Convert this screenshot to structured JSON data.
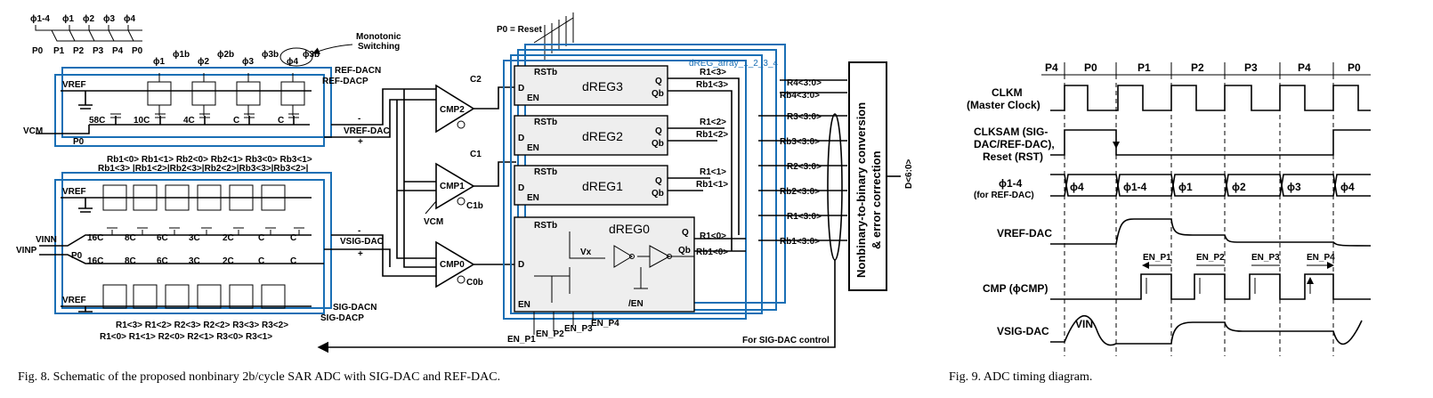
{
  "fig8": {
    "caption": "Fig. 8.   Schematic of the proposed nonbinary 2b/cycle SAR ADC with SIG-DAC and REF-DAC.",
    "phases_header": [
      "ϕ1-4",
      "ϕ1",
      "ϕ2",
      "ϕ3",
      "ϕ4"
    ],
    "phases_row": [
      "P0",
      "P1",
      "P2",
      "P3",
      "P4",
      "P0"
    ],
    "ref_dac": {
      "label_n": "REF-DACN",
      "label_p": "REF-DACP",
      "vref": "VREF",
      "vcm": "VCM",
      "p0": "P0",
      "caps": [
        "58C",
        "10C",
        "4C",
        "C",
        "C"
      ],
      "clocks": [
        "ϕ1",
        "ϕ1b",
        "ϕ2",
        "ϕ2b",
        "ϕ3",
        "ϕ3b",
        "ϕ4",
        "ϕ3b"
      ],
      "monotonic": "Monotonic\nSwitching",
      "out": "VREF-DAC",
      "minus": "-",
      "plus": "+"
    },
    "sig_dac": {
      "label_n": "SIG-DACN",
      "label_p": "SIG-DACP",
      "vref_top": "VREF",
      "vref_bot": "VREF",
      "vinn": "VINN",
      "vinp": "VINP",
      "p0": "P0",
      "caps_top": [
        "16C",
        "8C",
        "6C",
        "3C",
        "2C",
        "C",
        "C"
      ],
      "caps_bot": [
        "16C",
        "8C",
        "6C",
        "3C",
        "2C",
        "C",
        "C"
      ],
      "top_labels_1": "Rb1<0> Rb1<1> Rb2<0> Rb2<1> Rb3<0>  Rb3<1>",
      "top_labels_2": "Rb1<3> |Rb1<2>|Rb2<3>|Rb2<2>|Rb3<3>|Rb3<2>|",
      "bot_labels_1": "R1<3> R1<2> R2<3> R2<2> R3<3> R3<2>",
      "bot_labels_2": "R1<0> R1<1> R2<0> R2<1> R3<0> R3<1>",
      "out": "VSIG-DAC",
      "minus": "-",
      "plus": "+"
    },
    "comparators": [
      {
        "name": "CMP2",
        "out": "C2"
      },
      {
        "name": "CMP1",
        "out": "C1",
        "outb": "C1b"
      },
      {
        "name": "CMP0",
        "outb": "C0b"
      }
    ],
    "vcm_cmp": "VCM",
    "p0_reset": "P0 = Reset",
    "dreg_array": "dREG_array_1_2_3_4",
    "dregs": [
      {
        "name": "dREG3",
        "q": "R1<3>",
        "qb": "Rb1<3>"
      },
      {
        "name": "dREG2",
        "q": "R1<2>",
        "qb": "Rb1<2>"
      },
      {
        "name": "dREG1",
        "q": "R1<1>",
        "qb": "Rb1<1>"
      },
      {
        "name": "dREG0",
        "q": "R1<0>",
        "qb": "Rb1<0>"
      }
    ],
    "pin_rstb": "RSTb",
    "pin_d": "D",
    "pin_en": "EN",
    "pin_q": "Q",
    "pin_qb": "Qb",
    "vx": "Vx",
    "en_bar": "/EN",
    "bus_labels": [
      "R4<3:0>",
      "Rb4<3:0>",
      "R3<3:0>",
      "Rb3<3:0>",
      "R2<3:0>",
      "Rb2<3:0>",
      "R1<3:0>",
      "Rb1<3:0>"
    ],
    "en_labels": [
      "EN_P1",
      "EN_P2",
      "EN_P3",
      "EN_P4"
    ],
    "conversion_block": "Nonbinary-to-binary conversion\n& error correction",
    "dout": "D<6:0>",
    "feedback": "For SIG-DAC control"
  },
  "fig9": {
    "caption": "Fig. 9.   ADC timing diagram.",
    "phases": [
      "P4",
      "P0",
      "P1",
      "P2",
      "P3",
      "P4",
      "P0"
    ],
    "signals": [
      {
        "name": "CLKM",
        "desc": "(Master Clock)"
      },
      {
        "name": "CLKSAM (SIG-",
        "desc": "DAC/REF-DAC),",
        "desc2": "Reset (RST)"
      },
      {
        "name": "ϕ1-4",
        "desc": "(for REF-DAC)"
      },
      {
        "name": "VREF-DAC"
      },
      {
        "name": "CMP (ϕCMP)"
      },
      {
        "name": "VSIG-DAC"
      }
    ],
    "phi_labels": [
      "ϕ4",
      "ϕ1-4",
      "ϕ1",
      "ϕ2",
      "ϕ3",
      "ϕ4"
    ],
    "en_labels": [
      "EN_P1",
      "EN_P2",
      "EN_P3",
      "EN_P4"
    ],
    "vin": "VIN"
  }
}
